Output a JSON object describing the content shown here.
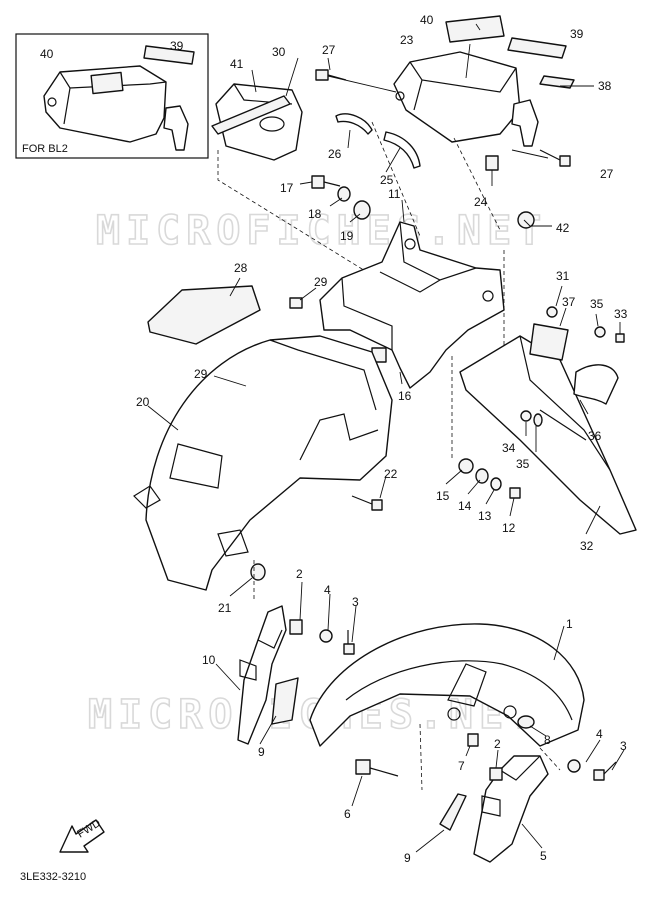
{
  "drawing_code": "3LE332-3210",
  "watermark": "MICROFICHES.NET",
  "inset": {
    "label": "FOR BL2",
    "callouts": [
      "40",
      "39"
    ]
  },
  "direction_arrow": "FWD",
  "callouts": [
    {
      "key": "40",
      "text": "40"
    },
    {
      "key": "23",
      "text": "23"
    },
    {
      "key": "39",
      "text": "39"
    },
    {
      "key": "38",
      "text": "38"
    },
    {
      "key": "27a",
      "text": "27"
    },
    {
      "key": "27b",
      "text": "27"
    },
    {
      "key": "41",
      "text": "41"
    },
    {
      "key": "30",
      "text": "30"
    },
    {
      "key": "26",
      "text": "26"
    },
    {
      "key": "25",
      "text": "25"
    },
    {
      "key": "24",
      "text": "24"
    },
    {
      "key": "17",
      "text": "17"
    },
    {
      "key": "18",
      "text": "18"
    },
    {
      "key": "19",
      "text": "19"
    },
    {
      "key": "11",
      "text": "11"
    },
    {
      "key": "42",
      "text": "42"
    },
    {
      "key": "28",
      "text": "28"
    },
    {
      "key": "29a",
      "text": "29"
    },
    {
      "key": "29b",
      "text": "29"
    },
    {
      "key": "31",
      "text": "31"
    },
    {
      "key": "37",
      "text": "37"
    },
    {
      "key": "35a",
      "text": "35"
    },
    {
      "key": "33",
      "text": "33"
    },
    {
      "key": "20",
      "text": "20"
    },
    {
      "key": "16",
      "text": "16"
    },
    {
      "key": "36",
      "text": "36"
    },
    {
      "key": "34",
      "text": "34"
    },
    {
      "key": "35b",
      "text": "35"
    },
    {
      "key": "22",
      "text": "22"
    },
    {
      "key": "15",
      "text": "15"
    },
    {
      "key": "14",
      "text": "14"
    },
    {
      "key": "13",
      "text": "13"
    },
    {
      "key": "12",
      "text": "12"
    },
    {
      "key": "32",
      "text": "32"
    },
    {
      "key": "21",
      "text": "21"
    },
    {
      "key": "2a",
      "text": "2"
    },
    {
      "key": "4a",
      "text": "4"
    },
    {
      "key": "3a",
      "text": "3"
    },
    {
      "key": "1",
      "text": "1"
    },
    {
      "key": "10",
      "text": "10"
    },
    {
      "key": "8",
      "text": "8"
    },
    {
      "key": "9a",
      "text": "9"
    },
    {
      "key": "7",
      "text": "7"
    },
    {
      "key": "2b",
      "text": "2"
    },
    {
      "key": "4b",
      "text": "4"
    },
    {
      "key": "3b",
      "text": "3"
    },
    {
      "key": "6",
      "text": "6"
    },
    {
      "key": "9b",
      "text": "9"
    },
    {
      "key": "5",
      "text": "5"
    }
  ]
}
